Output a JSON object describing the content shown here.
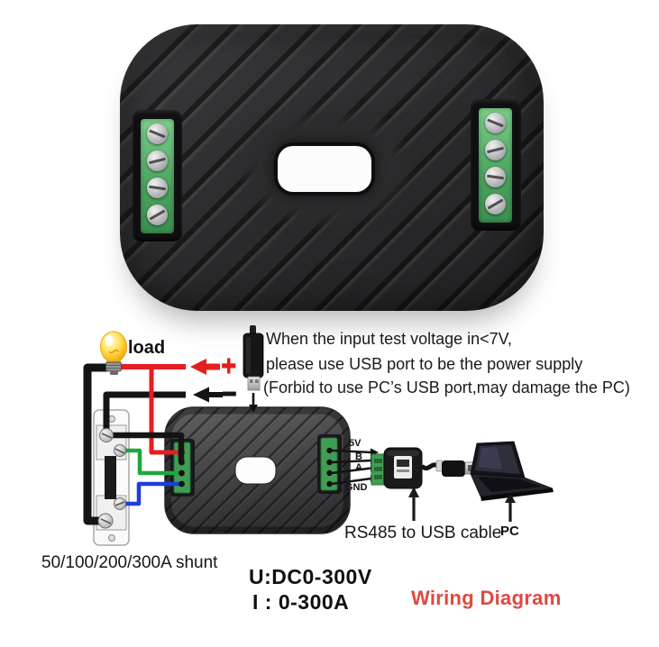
{
  "product_photo": {
    "body_color": "#2b2b2d",
    "terminal_color": "#4aa45e"
  },
  "diagram": {
    "load_label": "load",
    "positive_sign": "+",
    "negative_sign": "–",
    "usb_note_lines": [
      "When the input test voltage in<7V,",
      "please use USB port to be the power supply",
      "(Forbid to use PC’s USB port,may damage the PC)"
    ],
    "terminal_labels": [
      "5V",
      "B",
      "A",
      "GND"
    ],
    "rs485_cable_label": "RS485 to USB cable",
    "pc_label": "PC",
    "shunt_label": "50/100/200/300A shunt",
    "voltage_range": "U:DC0-300V",
    "current_range": "I : 0-300A",
    "title": "Wiring Diagram",
    "colors": {
      "positive_wire": "#e41e20",
      "negative_wire": "#141414",
      "sense_wire_green": "#1da83e",
      "sense_wire_blue": "#1c3fd8",
      "terminal_block_green": "#3f9e54",
      "title_red": "#e0483f"
    }
  }
}
